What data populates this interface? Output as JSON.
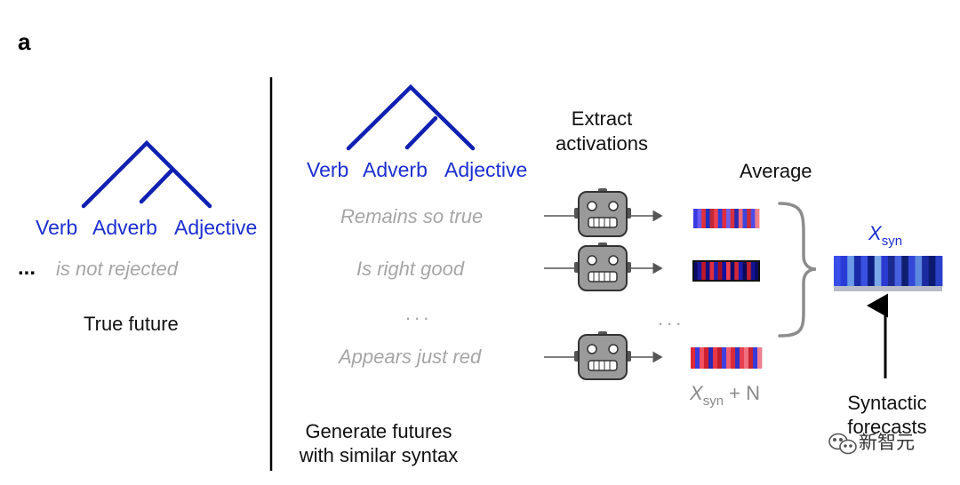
{
  "panel_label": "a",
  "left": {
    "pos_tags": [
      "Verb",
      "Adverb",
      "Adjective"
    ],
    "continuation": "is not rejected",
    "ellipsis": "...",
    "caption": "True future"
  },
  "right": {
    "pos_tags": [
      "Verb",
      "Adverb",
      "Adjective"
    ],
    "futures": [
      "Remains so true",
      "Is right good",
      "...",
      "Appears just red"
    ],
    "extract_label": [
      "Extract",
      "activations"
    ],
    "average_label": "Average",
    "ellipsis_mid": "...",
    "noise_var": "X",
    "noise_sub": "syn",
    "noise_suffix": " + N",
    "result_var": "X",
    "result_sub": "syn",
    "bottom_caption": [
      "Generate futures",
      "with similar syntax"
    ],
    "forecast_caption": [
      "Syntactic",
      "forecasts"
    ]
  },
  "watermark": "新智元",
  "colors": {
    "tree": "#1020b0",
    "pos_text": "#1c2fd0",
    "future_text": "#a6a6a6",
    "robot_fill": "#9a9a9a",
    "bracket": "#8c8c8c"
  },
  "icons": [
    "robot-icon",
    "wechat-logo-icon"
  ]
}
